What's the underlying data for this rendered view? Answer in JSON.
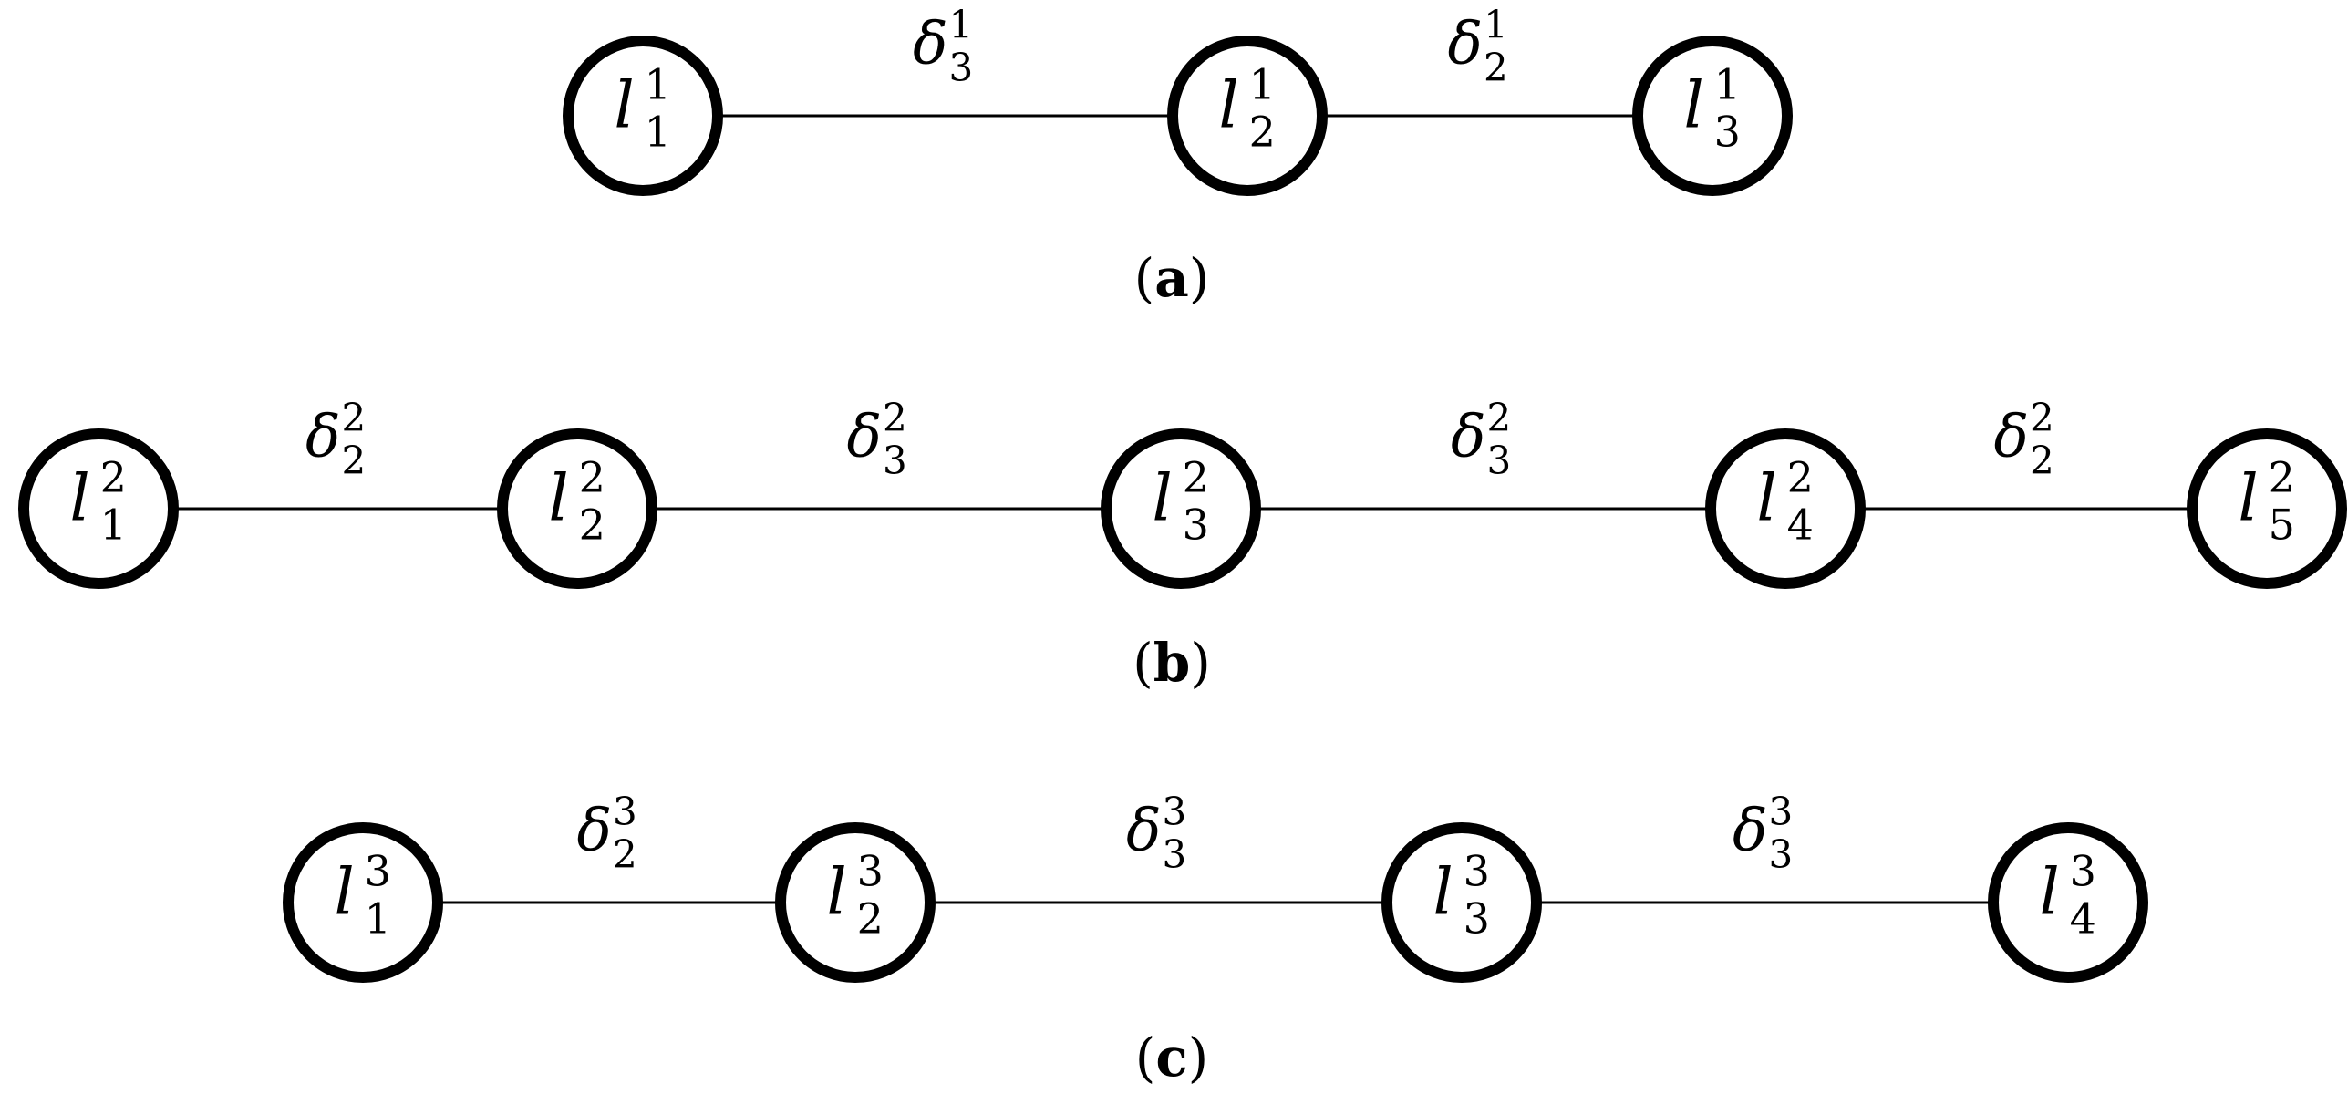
{
  "diagrams": [
    {
      "caption_letter": "a",
      "nodes": [
        {
          "base": "l",
          "sup": "1",
          "sub": "1"
        },
        {
          "base": "l",
          "sup": "1",
          "sub": "2"
        },
        {
          "base": "l",
          "sup": "1",
          "sub": "3"
        }
      ],
      "edges": [
        {
          "from": 0,
          "to": 1,
          "base": "δ",
          "sup": "1",
          "sub": "3"
        },
        {
          "from": 1,
          "to": 2,
          "base": "δ",
          "sup": "1",
          "sub": "2"
        }
      ]
    },
    {
      "caption_letter": "b",
      "nodes": [
        {
          "base": "l",
          "sup": "2",
          "sub": "1"
        },
        {
          "base": "l",
          "sup": "2",
          "sub": "2"
        },
        {
          "base": "l",
          "sup": "2",
          "sub": "3"
        },
        {
          "base": "l",
          "sup": "2",
          "sub": "4"
        },
        {
          "base": "l",
          "sup": "2",
          "sub": "5"
        }
      ],
      "edges": [
        {
          "from": 0,
          "to": 1,
          "base": "δ",
          "sup": "2",
          "sub": "2"
        },
        {
          "from": 1,
          "to": 2,
          "base": "δ",
          "sup": "2",
          "sub": "3"
        },
        {
          "from": 2,
          "to": 3,
          "base": "δ",
          "sup": "2",
          "sub": "3"
        },
        {
          "from": 3,
          "to": 4,
          "base": "δ",
          "sup": "2",
          "sub": "2"
        }
      ]
    },
    {
      "caption_letter": "c",
      "nodes": [
        {
          "base": "l",
          "sup": "3",
          "sub": "1"
        },
        {
          "base": "l",
          "sup": "3",
          "sub": "2"
        },
        {
          "base": "l",
          "sup": "3",
          "sub": "3"
        },
        {
          "base": "l",
          "sup": "3",
          "sub": "4"
        }
      ],
      "edges": [
        {
          "from": 0,
          "to": 1,
          "base": "δ",
          "sup": "3",
          "sub": "2"
        },
        {
          "from": 1,
          "to": 2,
          "base": "δ",
          "sup": "3",
          "sub": "3"
        },
        {
          "from": 2,
          "to": 3,
          "base": "δ",
          "sup": "3",
          "sub": "3"
        }
      ]
    }
  ]
}
